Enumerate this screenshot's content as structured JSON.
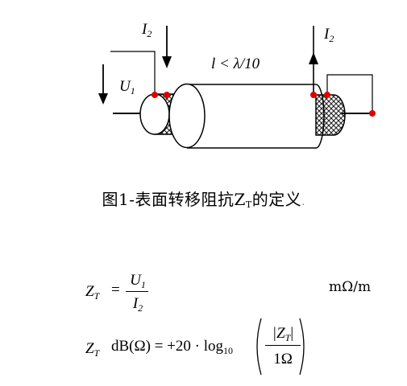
{
  "figure": {
    "labels": {
      "i2_left": "I",
      "i2_left_sub": "2",
      "i2_right": "I",
      "i2_right_sub": "2",
      "u1": "U",
      "u1_sub": "1",
      "length": "l < λ/10"
    },
    "caption": {
      "main": "图1-表面转移阻抗Z",
      "sub": "T",
      "tail": "的定义",
      "end": "."
    }
  },
  "equations": {
    "eq1": {
      "lhs": "Z",
      "lhs_sub": "T",
      "eq": "=",
      "num": "U",
      "num_sub": "1",
      "den": "I",
      "den_sub": "2",
      "unit": "mΩ/m"
    },
    "eq2": {
      "lhs": "Z",
      "lhs_sub": "T",
      "text": "dB(Ω) = +20 · log",
      "log_sub": "10",
      "num": "|Z",
      "num_sub": "T",
      "num_close": "|",
      "den": "1Ω"
    }
  },
  "colors": {
    "ink": "#000000",
    "terminal": "#e00000",
    "braid": "#333333"
  }
}
